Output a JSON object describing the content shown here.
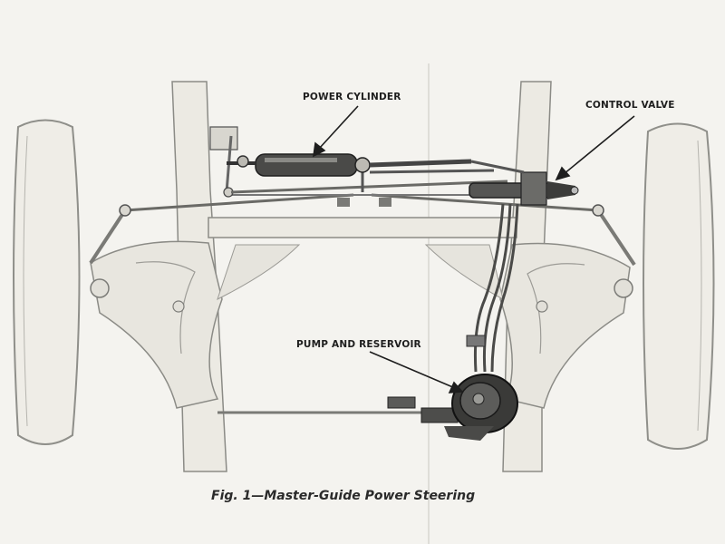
{
  "labels": {
    "power_cylinder": "POWER CYLINDER",
    "control_valve": "CONTROL VALVE",
    "pump_and_reservoir": "PUMP AND RESERVOIR"
  },
  "caption": "Fig. 1—Master-Guide Power Steering",
  "colors": {
    "paper": "#f4f3ef",
    "chassis_fill": "#eceae3",
    "outline": "#8b8b86",
    "dark_part": "#3a3a3a",
    "text": "#1e1e1e"
  }
}
